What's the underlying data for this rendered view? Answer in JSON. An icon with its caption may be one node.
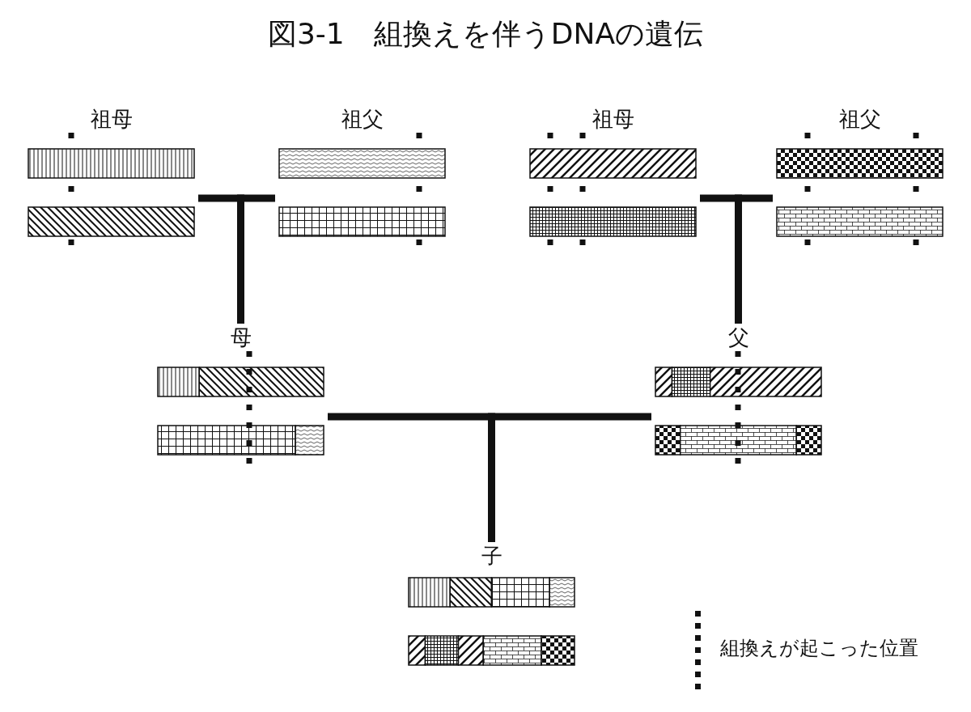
{
  "diagram": {
    "title": "図3-1　組換えを伴うDNAの遺伝",
    "nodes": [
      {
        "text": [
          "祖母"
        ]
      },
      {
        "text": [
          "祖父"
        ]
      },
      {
        "text": [
          "祖母"
        ]
      },
      {
        "text": [
          "祖父"
        ]
      },
      {
        "text": [
          "母"
        ]
      },
      {
        "text": [
          "父"
        ]
      },
      {
        "text": [
          "子"
        ]
      }
    ],
    "edges": [
      {
        "from": 0,
        "to": 4,
        "arrow": "none"
      },
      {
        "from": 1,
        "to": 4,
        "arrow": "none"
      },
      {
        "from": 2,
        "to": 5,
        "arrow": "none"
      },
      {
        "from": 3,
        "to": 5,
        "arrow": "none"
      },
      {
        "from": 4,
        "to": 6,
        "arrow": "none"
      },
      {
        "from": 5,
        "to": 6,
        "arrow": "none"
      }
    ],
    "legend": [
      {
        "text": "組換えが起こった位置"
      }
    ]
  }
}
